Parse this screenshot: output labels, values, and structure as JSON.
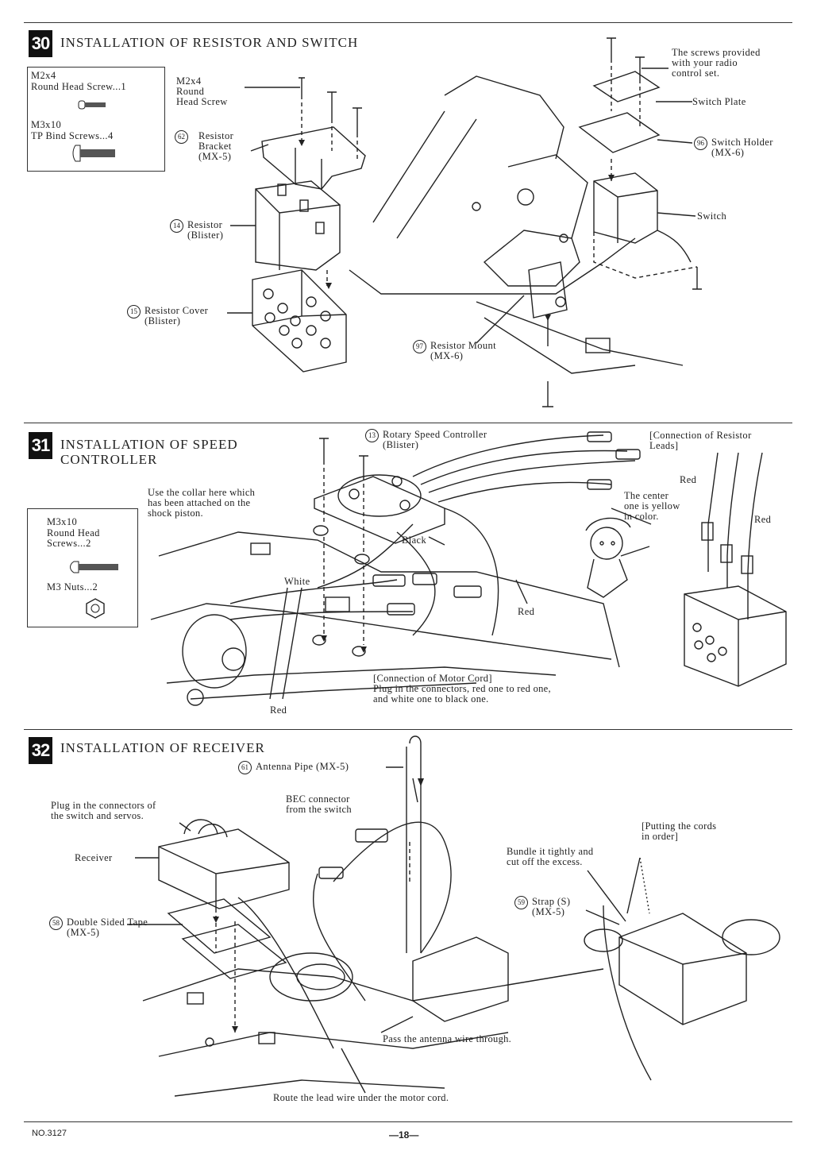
{
  "steps": [
    {
      "number": "30",
      "title": "INSTALLATION OF RESISTOR AND SWITCH",
      "parts": [
        {
          "line1": "M2x4",
          "line2": "Round Head Screw...1"
        },
        {
          "line1": "M3x10",
          "line2": "TP Bind Screws...4"
        }
      ],
      "labels": {
        "screw": "M2x4\nRound\nHead Screw",
        "bracket_num": "62",
        "bracket": "Resistor\nBracket\n(MX-5)",
        "resistor_num": "14",
        "resistor": "Resistor\n(Blister)",
        "cover_num": "15",
        "cover": "Resistor Cover\n(Blister)",
        "mount_num": "97",
        "mount": "Resistor Mount\n(MX-6)",
        "screws_note": "The screws provided\nwith your radio\ncontrol set.",
        "switch_plate": "Switch Plate",
        "holder_num": "96",
        "holder": "Switch Holder\n(MX-6)",
        "switch": "Switch"
      }
    },
    {
      "number": "31",
      "title": "INSTALLATION OF SPEED\nCONTROLLER",
      "parts": [
        {
          "line1": "M3x10",
          "line2": "Round Head\nScrews...2"
        },
        {
          "line1": "M3 Nuts...2",
          "line2": ""
        }
      ],
      "labels": {
        "rsc_num": "13",
        "rsc": "Rotary Speed Controller\n(Blister)",
        "collar_note": "Use the collar here which\nhas been attached on the\nshock piston.",
        "black": "Black",
        "white": "White",
        "red": "Red",
        "motor_cord": "[Connection of Motor Cord]\nPlug in the connectors, red one to red one,\nand white one to black one.",
        "resistor_leads": "[Connection of Resistor\nLeads]",
        "red_top": "Red",
        "yellow_note": "The center\none is yellow\nin color.",
        "red_right": "Red",
        "red_center": "Red"
      }
    },
    {
      "number": "32",
      "title": "INSTALLATION OF RECEIVER",
      "labels": {
        "antenna_num": "61",
        "antenna": "Antenna Pipe (MX-5)",
        "plug_note": "Plug in the connectors of\nthe switch and servos.",
        "bec": "BEC connector\nfrom the switch",
        "receiver": "Receiver",
        "tape_num": "58",
        "tape": "Double Sided Tape\n(MX-5)",
        "putting": "[Putting the cords\nin order]",
        "bundle": "Bundle it tightly and\ncut off the excess.",
        "strap_num": "59",
        "strap": "Strap (S)\n(MX-5)",
        "pass": "Pass the antenna wire through.",
        "route": "Route the lead wire under the motor cord."
      }
    }
  ],
  "footer": {
    "model": "NO.3127",
    "page": "—18—"
  }
}
